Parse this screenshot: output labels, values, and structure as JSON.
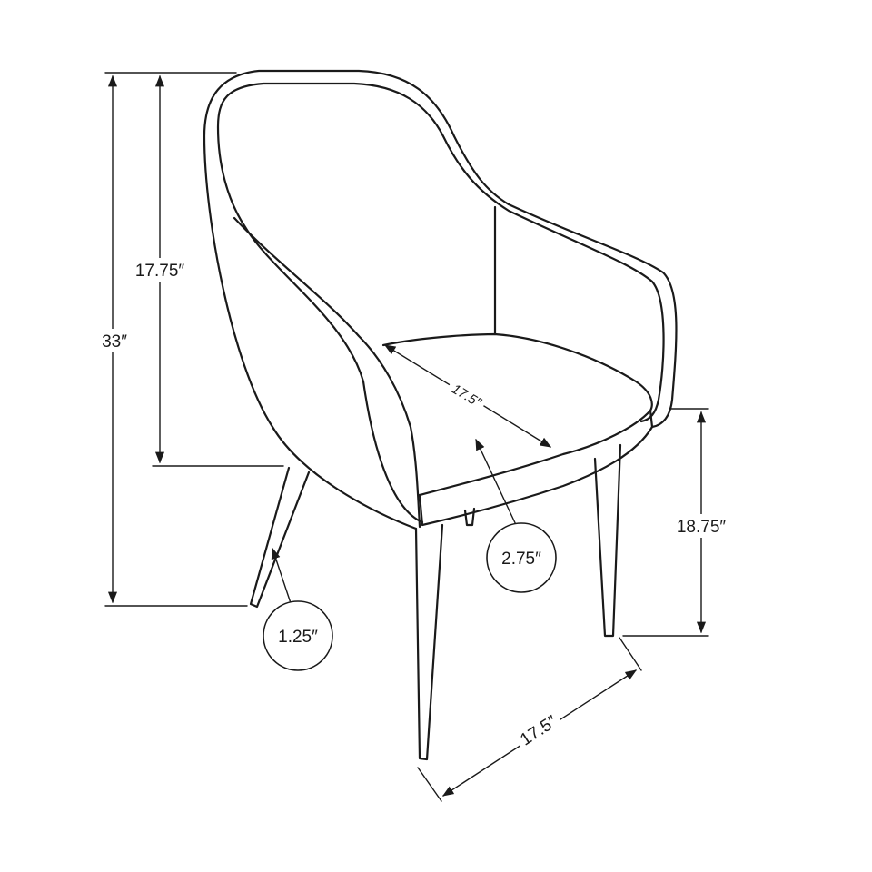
{
  "dimensions": {
    "overall_height": "33″",
    "back_height": "17.75″",
    "seat_depth": "17.5″",
    "seat_height": "18.75″",
    "cushion_thickness": "2.75″",
    "leg_width": "1.25″",
    "leg_span": "17.5″"
  },
  "colors": {
    "line": "#1a1a1a",
    "background": "#ffffff"
  }
}
